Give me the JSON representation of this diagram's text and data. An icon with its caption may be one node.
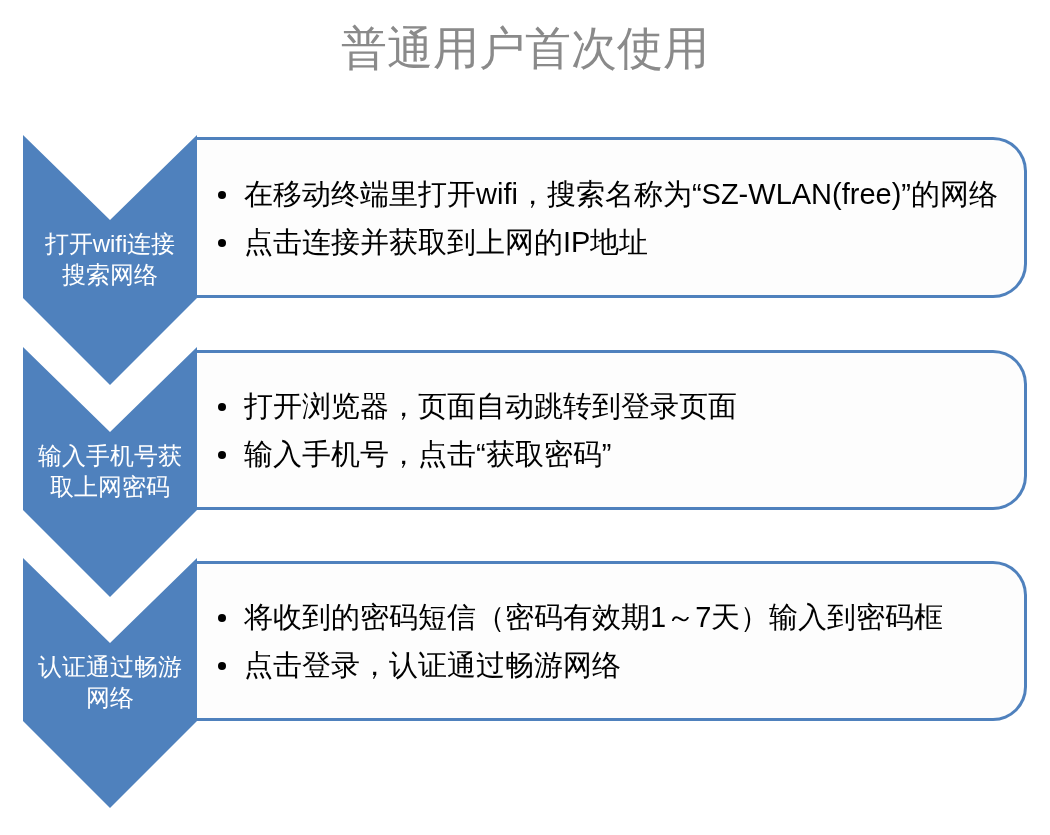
{
  "diagram": {
    "title": "普通用户首次使用",
    "nodes": [
      {
        "text": [
          "打开wifi连接搜索网络"
        ]
      },
      {
        "text": [
          "在移动终端里打开wifi，搜索名称为“SZ-WLAN(free)”的网络",
          "点击连接并获取到上网的IP地址"
        ]
      },
      {
        "text": [
          "输入手机号获取上网密码"
        ]
      },
      {
        "text": [
          "打开浏览器，页面自动跳转到登录页面",
          "输入手机号，点击“获取密码”"
        ]
      },
      {
        "text": [
          "认证通过畅游网络"
        ]
      },
      {
        "text": [
          "将收到的密码短信（密码有效期1～7天）输入到密码框",
          "点击登录，认证通过畅游网络"
        ]
      }
    ]
  }
}
